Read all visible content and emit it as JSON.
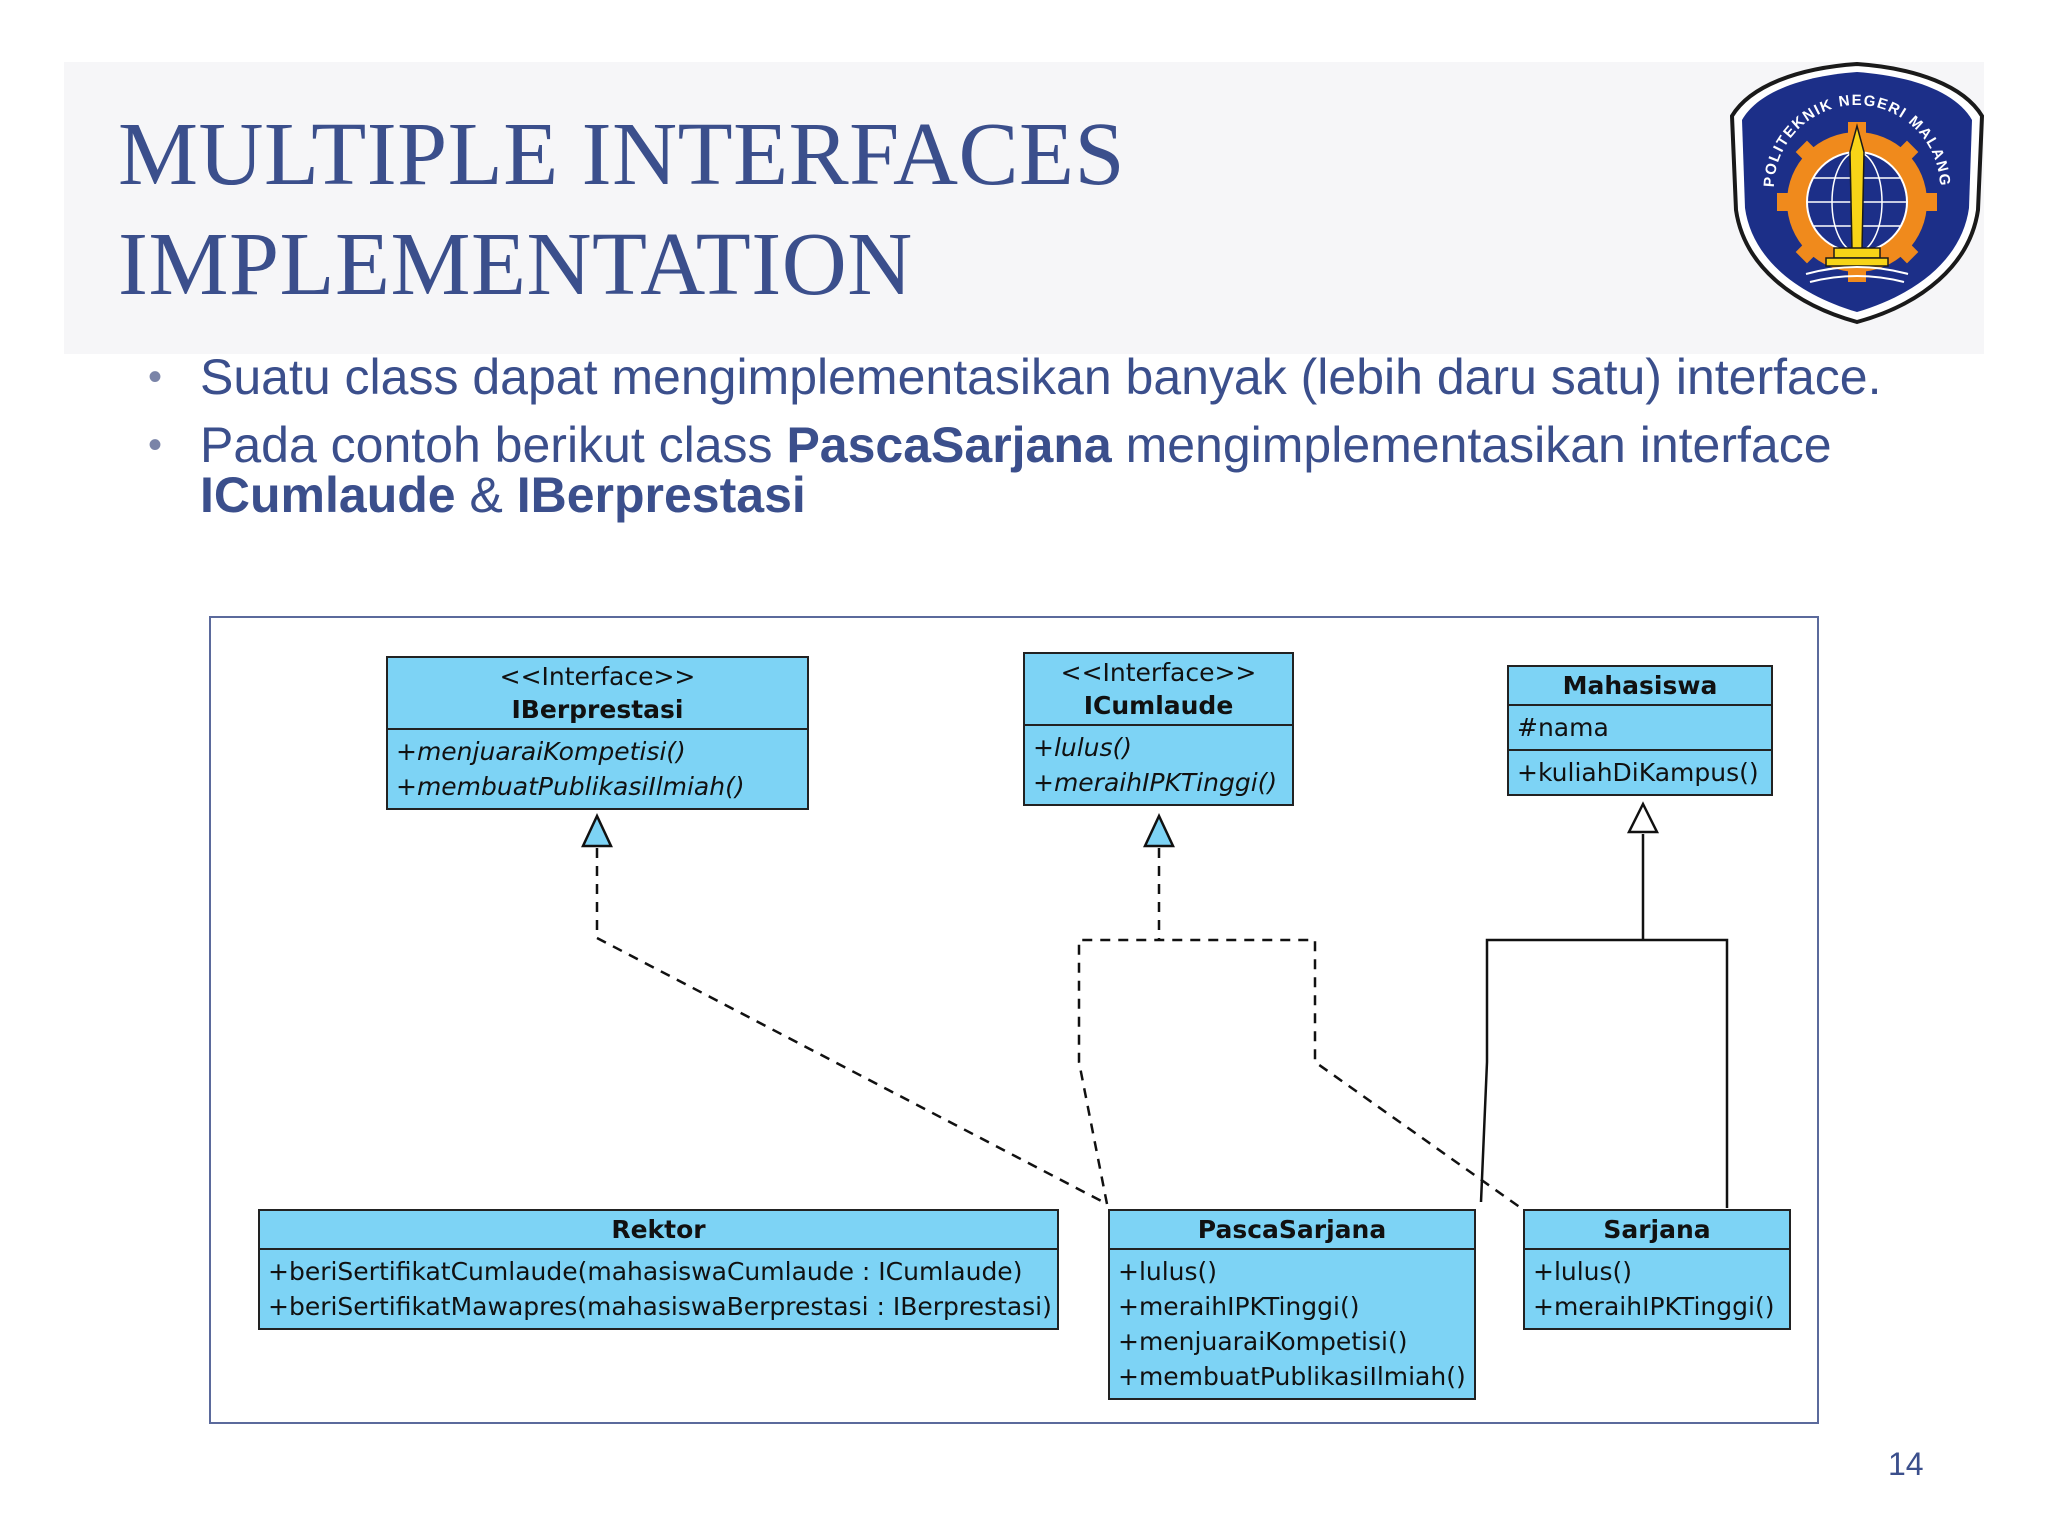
{
  "slide": {
    "title_lines": [
      "MULTIPLE INTERFACES",
      "IMPLEMENTATION"
    ],
    "page_number": "14",
    "logo_text": "POLITEKNIK NEGERI MALANG",
    "colors": {
      "title": "#3b4f8c",
      "uml_fill": "#7dd3f5",
      "logo_blue": "#1c2f88",
      "logo_gear": "#f08a1c",
      "logo_gold": "#f7d417"
    }
  },
  "bullets": [
    {
      "text_1": "Suatu class dapat mengimplementasikan banyak (lebih daru satu) interface."
    },
    {
      "text_1": "Pada contoh berikut class ",
      "bold_1": "PascaSarjana",
      "text_2": " mengimplementasikan interface ",
      "bold_2": "ICumlaude",
      "text_3": " & ",
      "bold_3": "IBerprestasi"
    }
  ],
  "uml": {
    "iberprestasi": {
      "stereotype": "<<Interface>>",
      "name": "IBerprestasi",
      "methods": [
        "+menjuaraiKompetisi()",
        "+membuatPublikasiIlmiah()"
      ]
    },
    "icumlaude": {
      "stereotype": "<<Interface>>",
      "name": "ICumlaude",
      "methods": [
        "+lulus()",
        "+meraihIPKTinggi()"
      ]
    },
    "mahasiswa": {
      "name": "Mahasiswa",
      "attributes": [
        "#nama"
      ],
      "methods": [
        "+kuliahDiKampus()"
      ]
    },
    "rektor": {
      "name": "Rektor",
      "methods": [
        "+beriSertifikatCumlaude(mahasiswaCumlaude : ICumlaude)",
        "+beriSertifikatMawapres(mahasiswaBerprestasi : IBerprestasi)"
      ]
    },
    "pascasarjana": {
      "name": "PascaSarjana",
      "methods": [
        "+lulus()",
        "+meraihIPKTinggi()",
        "+menjuaraiKompetisi()",
        "+membuatPublikasiIlmiah()"
      ]
    },
    "sarjana": {
      "name": "Sarjana",
      "methods": [
        "+lulus()",
        "+meraihIPKTinggi()"
      ]
    }
  }
}
